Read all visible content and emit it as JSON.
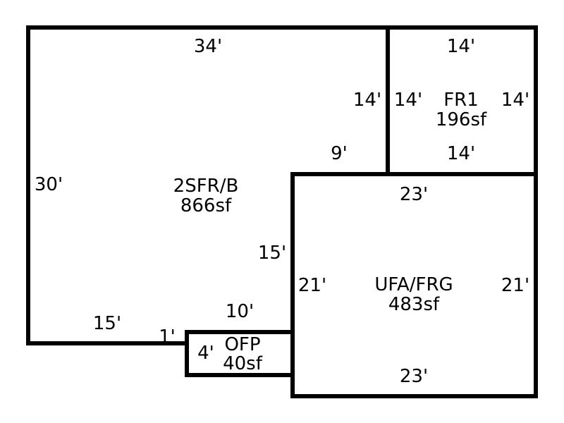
{
  "areas": {
    "main": {
      "name": "2SFR/B",
      "size": "866sf"
    },
    "fr1": {
      "name": "FR1",
      "size": "196sf"
    },
    "ufa": {
      "name": "UFA/FRG",
      "size": "483sf"
    },
    "ofp": {
      "name": "OFP",
      "size": "40sf"
    }
  },
  "dimensions": {
    "main_top": "34'",
    "main_left": "30'",
    "main_bottom": "15'",
    "main_step_right": "15'",
    "main_step_small": "1'",
    "main_step_bottom": "10'",
    "main_notch_bottom": "9'",
    "main_notch_right": "14'",
    "fr1_top": "14'",
    "fr1_left": "14'",
    "fr1_right": "14'",
    "fr1_bottom": "14'",
    "ufa_top": "23'",
    "ufa_left": "21'",
    "ufa_right": "21'",
    "ufa_bottom": "23'",
    "ofp_left": "4'"
  },
  "colors": {
    "line": "#000000",
    "background": "#ffffff"
  }
}
